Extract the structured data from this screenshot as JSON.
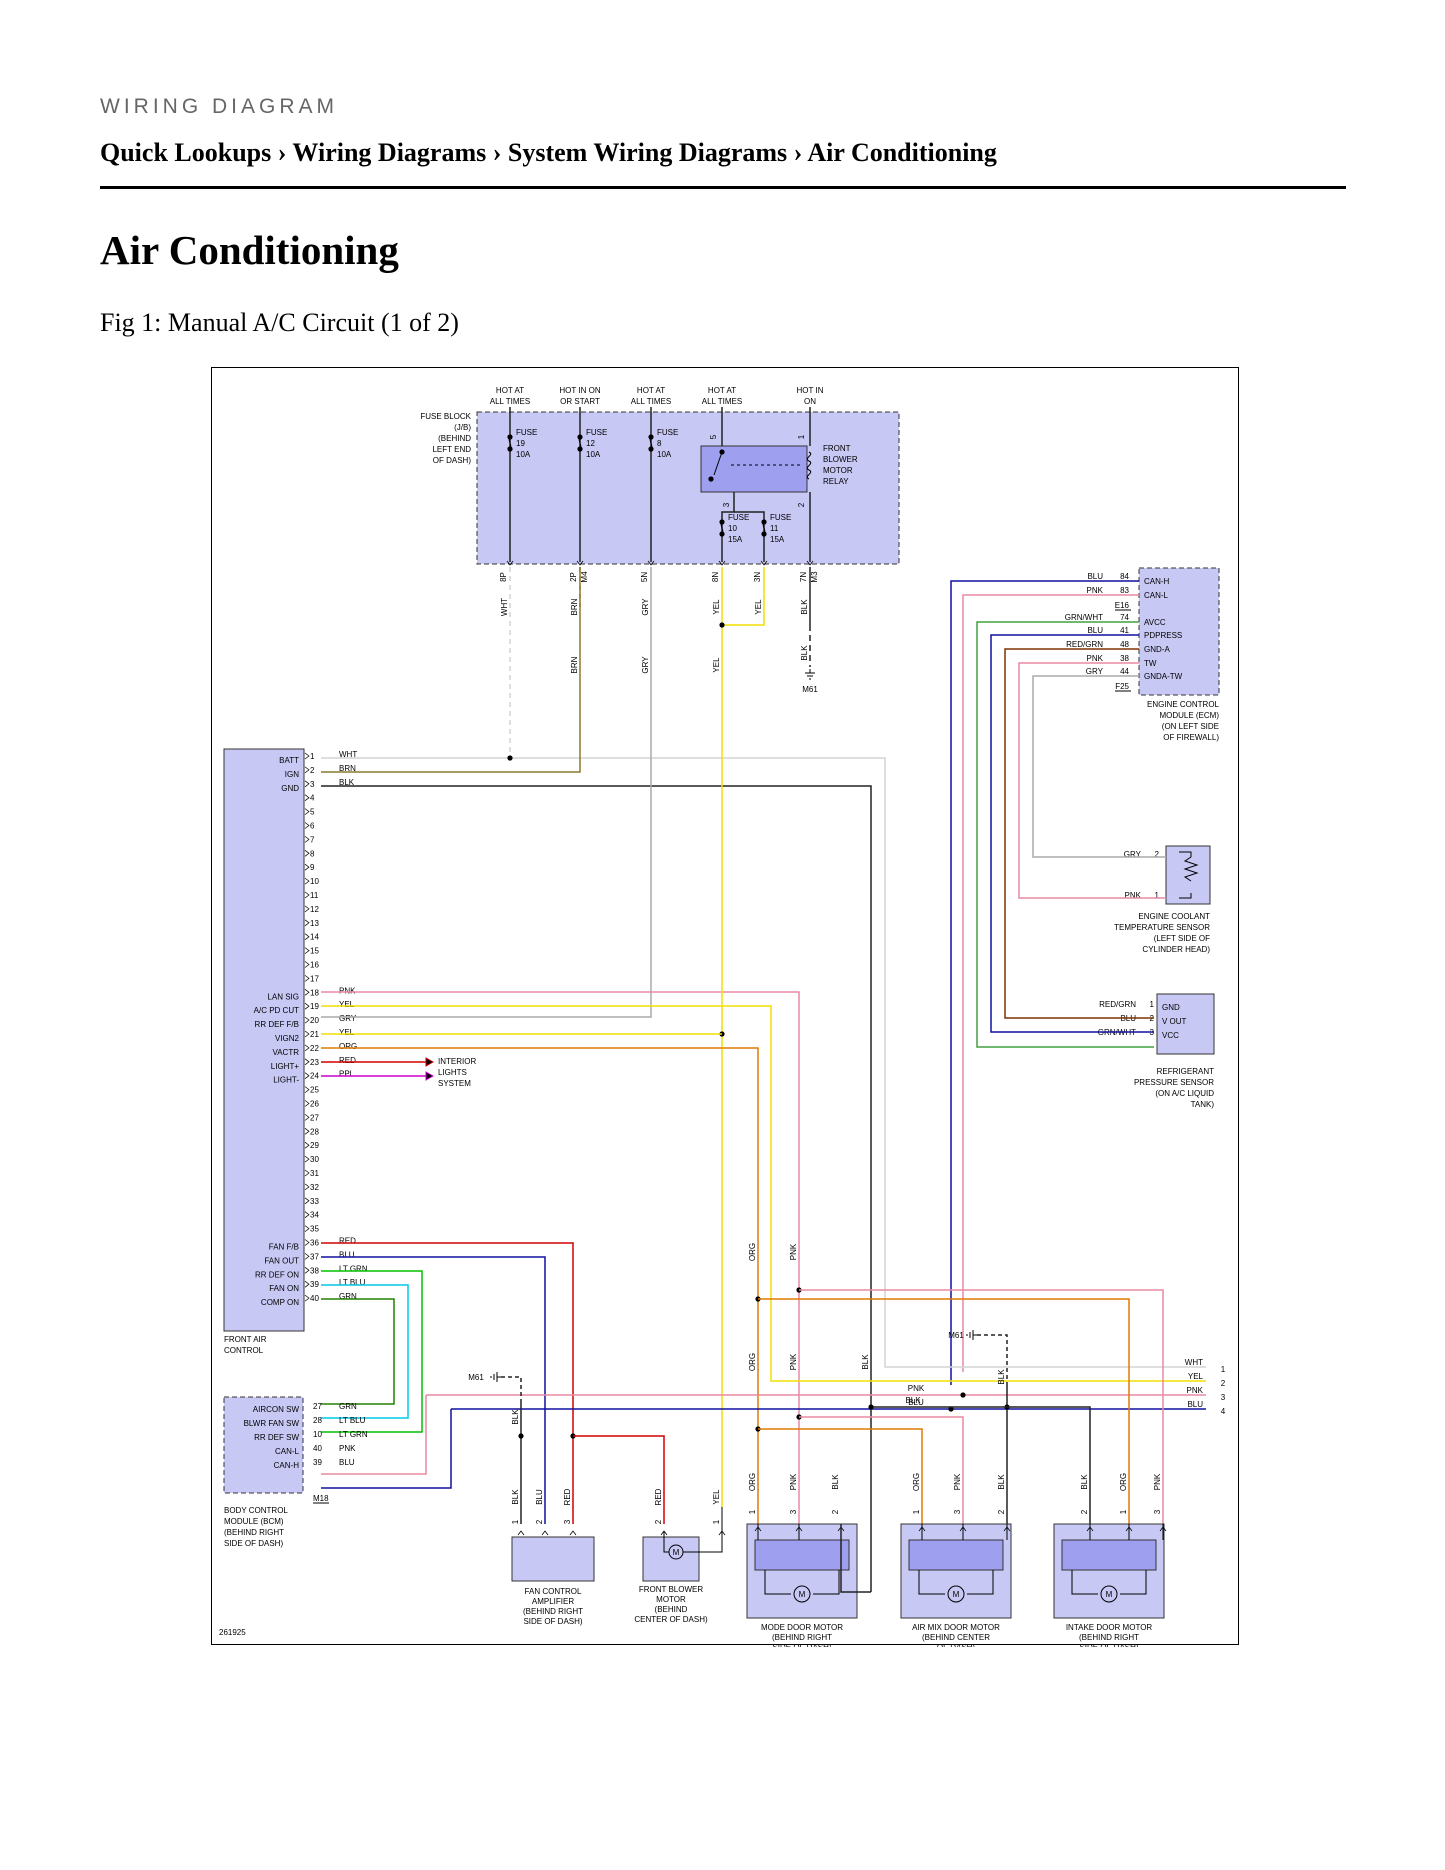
{
  "header": {
    "section_label": "WIRING DIAGRAM",
    "breadcrumb": "Quick Lookups › Wiring Diagrams › System Wiring Diagrams › Air Conditioning"
  },
  "page_title": "Air Conditioning",
  "figure_caption": "Fig 1: Manual A/C Circuit (1 of 2)",
  "diagram": {
    "figure_id": "261925",
    "colors": {
      "module_fill": "#c8c8f5",
      "module_dark": "#9f9fef",
      "WHT": "#d4d4d4",
      "BRN": "#8c7a2e",
      "BLK": "#222222",
      "GRY": "#aaaaaa",
      "YEL": "#f0e000",
      "PNK": "#e88aa0",
      "ORG": "#e07a00",
      "RED": "#d00000",
      "PPL": "#cc00cc",
      "BLU": "#1010a0",
      "LTGRN": "#00c000",
      "LTBLU": "#00c8e8",
      "GRN": "#208000",
      "GRNWHT": "#40a040",
      "REDGRN": "#803000"
    },
    "fuse_block": {
      "label": [
        "FUSE BLOCK",
        "(J/B)",
        "(BEHIND",
        "LEFT END",
        "OF DASH)"
      ],
      "hot_labels": [
        [
          "HOT AT",
          "ALL TIMES"
        ],
        [
          "HOT IN ON",
          "OR START"
        ],
        [
          "HOT AT",
          "ALL TIMES"
        ],
        [
          "HOT AT",
          "ALL TIMES"
        ],
        [
          "HOT IN",
          "ON"
        ]
      ],
      "fuses": [
        [
          "FUSE",
          "19",
          "10A"
        ],
        [
          "FUSE",
          "12",
          "10A"
        ],
        [
          "FUSE",
          "8",
          "10A"
        ],
        [
          "FUSE",
          "10",
          "15A"
        ],
        [
          "FUSE",
          "11",
          "15A"
        ]
      ],
      "relay_label": [
        "FRONT",
        "BLOWER",
        "MOTOR",
        "RELAY"
      ],
      "relay_pins": [
        "5",
        "1",
        "3",
        "2"
      ],
      "terminals": [
        "8P",
        "2P",
        "M4",
        "5N",
        "8N",
        "3N",
        "7N",
        "M3"
      ],
      "wire_colors": [
        "WHT",
        "BRN",
        "GRY",
        "YEL",
        "YEL",
        "BLK"
      ],
      "lower_wire_colors": [
        "BRN",
        "GRY",
        "YEL"
      ],
      "ground_color": "BLK",
      "ground": "M61"
    },
    "ecm": {
      "label": [
        "ENGINE CONTROL",
        "MODULE (ECM)",
        "(ON LEFT SIDE",
        "OF FIREWALL)"
      ],
      "pins": [
        {
          "color": "BLU",
          "num": "84",
          "name": "CAN-H"
        },
        {
          "color": "PNK",
          "num": "83",
          "name": "CAN-L"
        },
        {
          "color": "GRN/WHT",
          "num": "74",
          "name": "AVCC"
        },
        {
          "color": "BLU",
          "num": "41",
          "name": "PDPRESS"
        },
        {
          "color": "RED/GRN",
          "num": "48",
          "name": "GND-A"
        },
        {
          "color": "PNK",
          "num": "38",
          "name": "TW"
        },
        {
          "color": "GRY",
          "num": "44",
          "name": "GNDA-TW"
        }
      ],
      "conn_top": "E16",
      "conn_bottom": "F25"
    },
    "coolant_sensor": {
      "label": [
        "ENGINE COOLANT",
        "TEMPERATURE SENSOR",
        "(LEFT SIDE OF",
        "CYLINDER HEAD)"
      ],
      "pins": [
        {
          "color": "GRY",
          "num": "2"
        },
        {
          "color": "PNK",
          "num": "1"
        }
      ]
    },
    "refrigerant_sensor": {
      "label": [
        "REFRIGERANT",
        "PRESSURE SENSOR",
        "(ON A/C LIQUID",
        "TANK)"
      ],
      "pins": [
        {
          "color": "RED/GRN",
          "num": "1",
          "name": "GND"
        },
        {
          "color": "BLU",
          "num": "2",
          "name": "V OUT"
        },
        {
          "color": "GRN/WHT",
          "num": "3",
          "name": "VCC"
        }
      ]
    },
    "front_air_control": {
      "label": [
        "FRONT AIR",
        "CONTROL"
      ],
      "pins": [
        {
          "num": "1",
          "name": "BATT",
          "wire": "WHT"
        },
        {
          "num": "2",
          "name": "IGN",
          "wire": "BRN"
        },
        {
          "num": "3",
          "name": "GND",
          "wire": "BLK"
        },
        {
          "num": "4"
        },
        {
          "num": "5"
        },
        {
          "num": "6"
        },
        {
          "num": "7"
        },
        {
          "num": "8"
        },
        {
          "num": "9"
        },
        {
          "num": "10"
        },
        {
          "num": "11"
        },
        {
          "num": "12"
        },
        {
          "num": "13"
        },
        {
          "num": "14"
        },
        {
          "num": "15"
        },
        {
          "num": "16"
        },
        {
          "num": "17"
        },
        {
          "num": "18",
          "name": "LAN SIG",
          "wire": "PNK"
        },
        {
          "num": "19",
          "name": "A/C PD CUT",
          "wire": "YEL"
        },
        {
          "num": "20",
          "name": "RR DEF F/B",
          "wire": "GRY"
        },
        {
          "num": "21",
          "name": "VIGN2",
          "wire": "YEL"
        },
        {
          "num": "22",
          "name": "VACTR",
          "wire": "ORG"
        },
        {
          "num": "23",
          "name": "LIGHT+",
          "wire": "RED"
        },
        {
          "num": "24",
          "name": "LIGHT-",
          "wire": "PPL"
        },
        {
          "num": "25"
        },
        {
          "num": "26"
        },
        {
          "num": "27"
        },
        {
          "num": "28"
        },
        {
          "num": "29"
        },
        {
          "num": "30"
        },
        {
          "num": "31"
        },
        {
          "num": "32"
        },
        {
          "num": "33"
        },
        {
          "num": "34"
        },
        {
          "num": "35"
        },
        {
          "num": "36",
          "name": "FAN F/B",
          "wire": "RED"
        },
        {
          "num": "37",
          "name": "FAN OUT",
          "wire": "BLU"
        },
        {
          "num": "38",
          "name": "RR DEF ON",
          "wire": "LT GRN"
        },
        {
          "num": "39",
          "name": "FAN ON",
          "wire": "LT BLU"
        },
        {
          "num": "40",
          "name": "COMP ON",
          "wire": "GRN"
        }
      ],
      "interior_lights": [
        "INTERIOR",
        "LIGHTS",
        "SYSTEM"
      ]
    },
    "bcm": {
      "label": [
        "BODY CONTROL",
        "MODULE (BCM)",
        "(BEHIND RIGHT",
        "SIDE OF DASH)"
      ],
      "pins": [
        {
          "name": "AIRCON SW",
          "num": "27",
          "wire": "GRN"
        },
        {
          "name": "BLWR FAN SW",
          "num": "28",
          "wire": "LT BLU"
        },
        {
          "name": "RR DEF SW",
          "num": "10",
          "wire": "LT GRN"
        },
        {
          "name": "CAN-L",
          "num": "40",
          "wire": "PNK"
        },
        {
          "name": "CAN-H",
          "num": "39",
          "wire": "BLU"
        }
      ],
      "conn": "M18"
    },
    "right_connector": {
      "pins": [
        {
          "color": "WHT",
          "num": "1"
        },
        {
          "color": "YEL",
          "num": "2"
        },
        {
          "color": "PNK",
          "num": "3"
        },
        {
          "color": "BLU",
          "num": "4"
        }
      ],
      "mid_labels": [
        "PNK",
        "BLU"
      ]
    },
    "ground_m61": "M61",
    "ground_wire": "BLK",
    "vertical_wire_labels": [
      "ORG",
      "PNK",
      "ORG",
      "PNK",
      "BLK"
    ],
    "bottom_components": [
      {
        "id": "fan-control-amplifier",
        "label": [
          "FAN CONTROL",
          "AMPLIFIER",
          "(BEHIND RIGHT",
          "SIDE OF DASH)"
        ],
        "pins": [
          "1",
          "2",
          "3"
        ],
        "wires": [
          "BLK",
          "BLU",
          "RED"
        ]
      },
      {
        "id": "front-blower-motor",
        "label": [
          "FRONT BLOWER",
          "MOTOR",
          "(BEHIND",
          "CENTER OF DASH)"
        ],
        "pins": [
          "2",
          "1"
        ],
        "wires": [
          "RED",
          "YEL"
        ]
      },
      {
        "id": "mode-door-motor",
        "label": [
          "MODE DOOR MOTOR",
          "(BEHIND RIGHT",
          "SIDE OF DASH)"
        ],
        "pins": [
          "1",
          "3",
          "2"
        ],
        "wires": [
          "ORG",
          "PNK",
          "BLK"
        ]
      },
      {
        "id": "air-mix-door-motor",
        "label": [
          "AIR MIX DOOR MOTOR",
          "(BEHIND CENTER",
          "OF DASH)"
        ],
        "pins": [
          "1",
          "3",
          "2"
        ],
        "wires": [
          "ORG",
          "PNK",
          "BLK"
        ]
      },
      {
        "id": "intake-door-motor",
        "label": [
          "INTAKE DOOR MOTOR",
          "(BEHIND RIGHT",
          "SIDE OF DASH)"
        ],
        "pins": [
          "2",
          "1",
          "3"
        ],
        "wires": [
          "BLK",
          "ORG",
          "PNK"
        ]
      }
    ],
    "motor_symbol": "M",
    "blk_label": "BLK"
  }
}
